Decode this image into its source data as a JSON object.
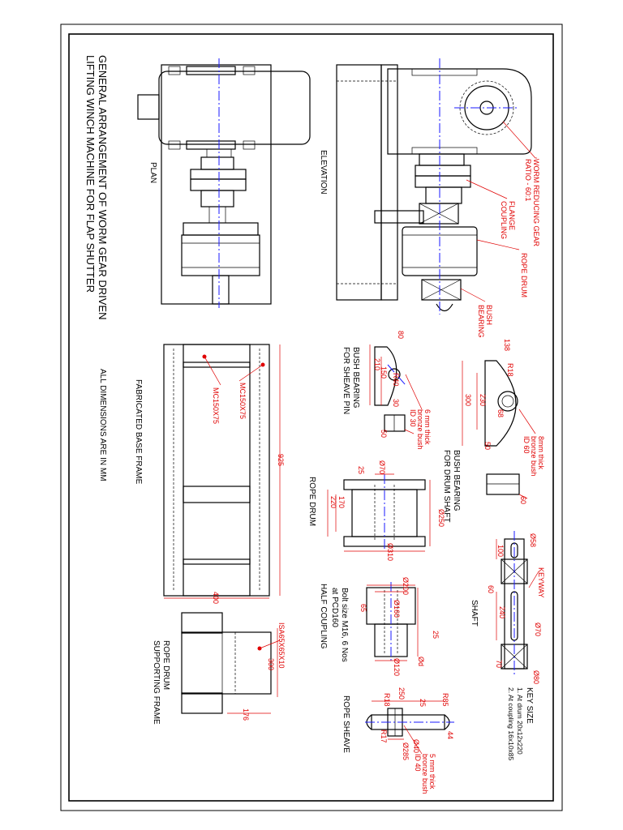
{
  "drawing": {
    "title_line1": "GENERAL ARRANGEMENT OF WORM GEAR DRIVEN",
    "title_line2": "LIFTING WINCH MACHINE FOR FLAP SHUTTER",
    "views": {
      "plan": "PLAN",
      "elevation": "ELEVATION",
      "base_frame": "FABRICATED BASE FRAME",
      "dimensions_note": "ALL DIMENSIONS ARE IN MM",
      "bush_sheave_1": "BUSH BEARING",
      "bush_sheave_2": "FOR SHEAVE PIN",
      "bush_drum_1": "BUSH BEARING",
      "bush_drum_2": "FOR DRUM SHAFT",
      "rope_drum": "ROPE DRUM",
      "shaft": "SHAFT",
      "coupling_note_1": "Bolt size M16, 6 Nos",
      "coupling_note_2": "at PCD160",
      "half_coupling": "HALF COUPLING",
      "drum_frame_1": "ROPE DRUM",
      "drum_frame_2": "SUPPORTING FRAME",
      "rope_sheave": "ROPE SHEAVE"
    },
    "callouts": {
      "worm_gear_1": "WORM REDUCING GEAR",
      "worm_gear_2": "RATIO - 60:1",
      "flange_1": "FLANGE",
      "flange_2": "COUPLING",
      "rope_drum": "ROPE DRUM",
      "bush_1": "BUSH",
      "bush_2": "BEARING",
      "mc_top": "MC150X75",
      "mc_side": "MC150X75",
      "isa": "ISA65X65X10",
      "sheave_bush_1": "6 mm thick",
      "sheave_bush_2": "bronze bush",
      "sheave_bush_3": "ID 30",
      "drum_bush_1": "8mm thick",
      "drum_bush_2": "bronze bush",
      "drum_bush_3": "ID 60",
      "pulley_bush_1": "5 mm thick",
      "pulley_bush_2": "bronze bush",
      "pulley_bush_3": "ID 40",
      "keyway": "KEYWAY"
    },
    "dims": {
      "frame_length": "925",
      "frame_width": "400",
      "drum_frame_w": "300",
      "drum_frame_h": "176",
      "sb_80": "80",
      "sb_r40": "R40",
      "sb_150": "150",
      "sb_210": "210",
      "sb_30": "30",
      "sb_50": "50",
      "db_138": "138",
      "db_r18": "R18",
      "db_230": "230",
      "db_300": "300",
      "db_68": "68",
      "db_50": "50",
      "db_60": "60",
      "rd_70": "Ø70",
      "rd_25": "25",
      "rd_170": "170",
      "rd_220": "220",
      "rd_250": "Ø250",
      "rd_310": "Ø310",
      "sh_58": "Ø58",
      "sh_100": "100",
      "sh_60": "60",
      "sh_240": "240",
      "sh_70a": "Ø70",
      "sh_70b": "70",
      "sh_80": "Ø80",
      "hc_200": "Ø200",
      "hc_160": "Ø160",
      "hc_65": "65",
      "hc_25": "25",
      "hc_120": "Ø120",
      "hc_d": "Ød",
      "rs_r18": "R18",
      "rs_250": "250",
      "rs_25": "25",
      "rs_r85": "R85",
      "rs_44": "44",
      "rs_r17": "R17",
      "rs_285": "Ø285",
      "rs_40": "Ø40"
    },
    "key_size": {
      "heading": "KEY SIZE",
      "item1": "1. At drum 20x12x220",
      "item2": "2. At coupling 16x10x85"
    }
  }
}
